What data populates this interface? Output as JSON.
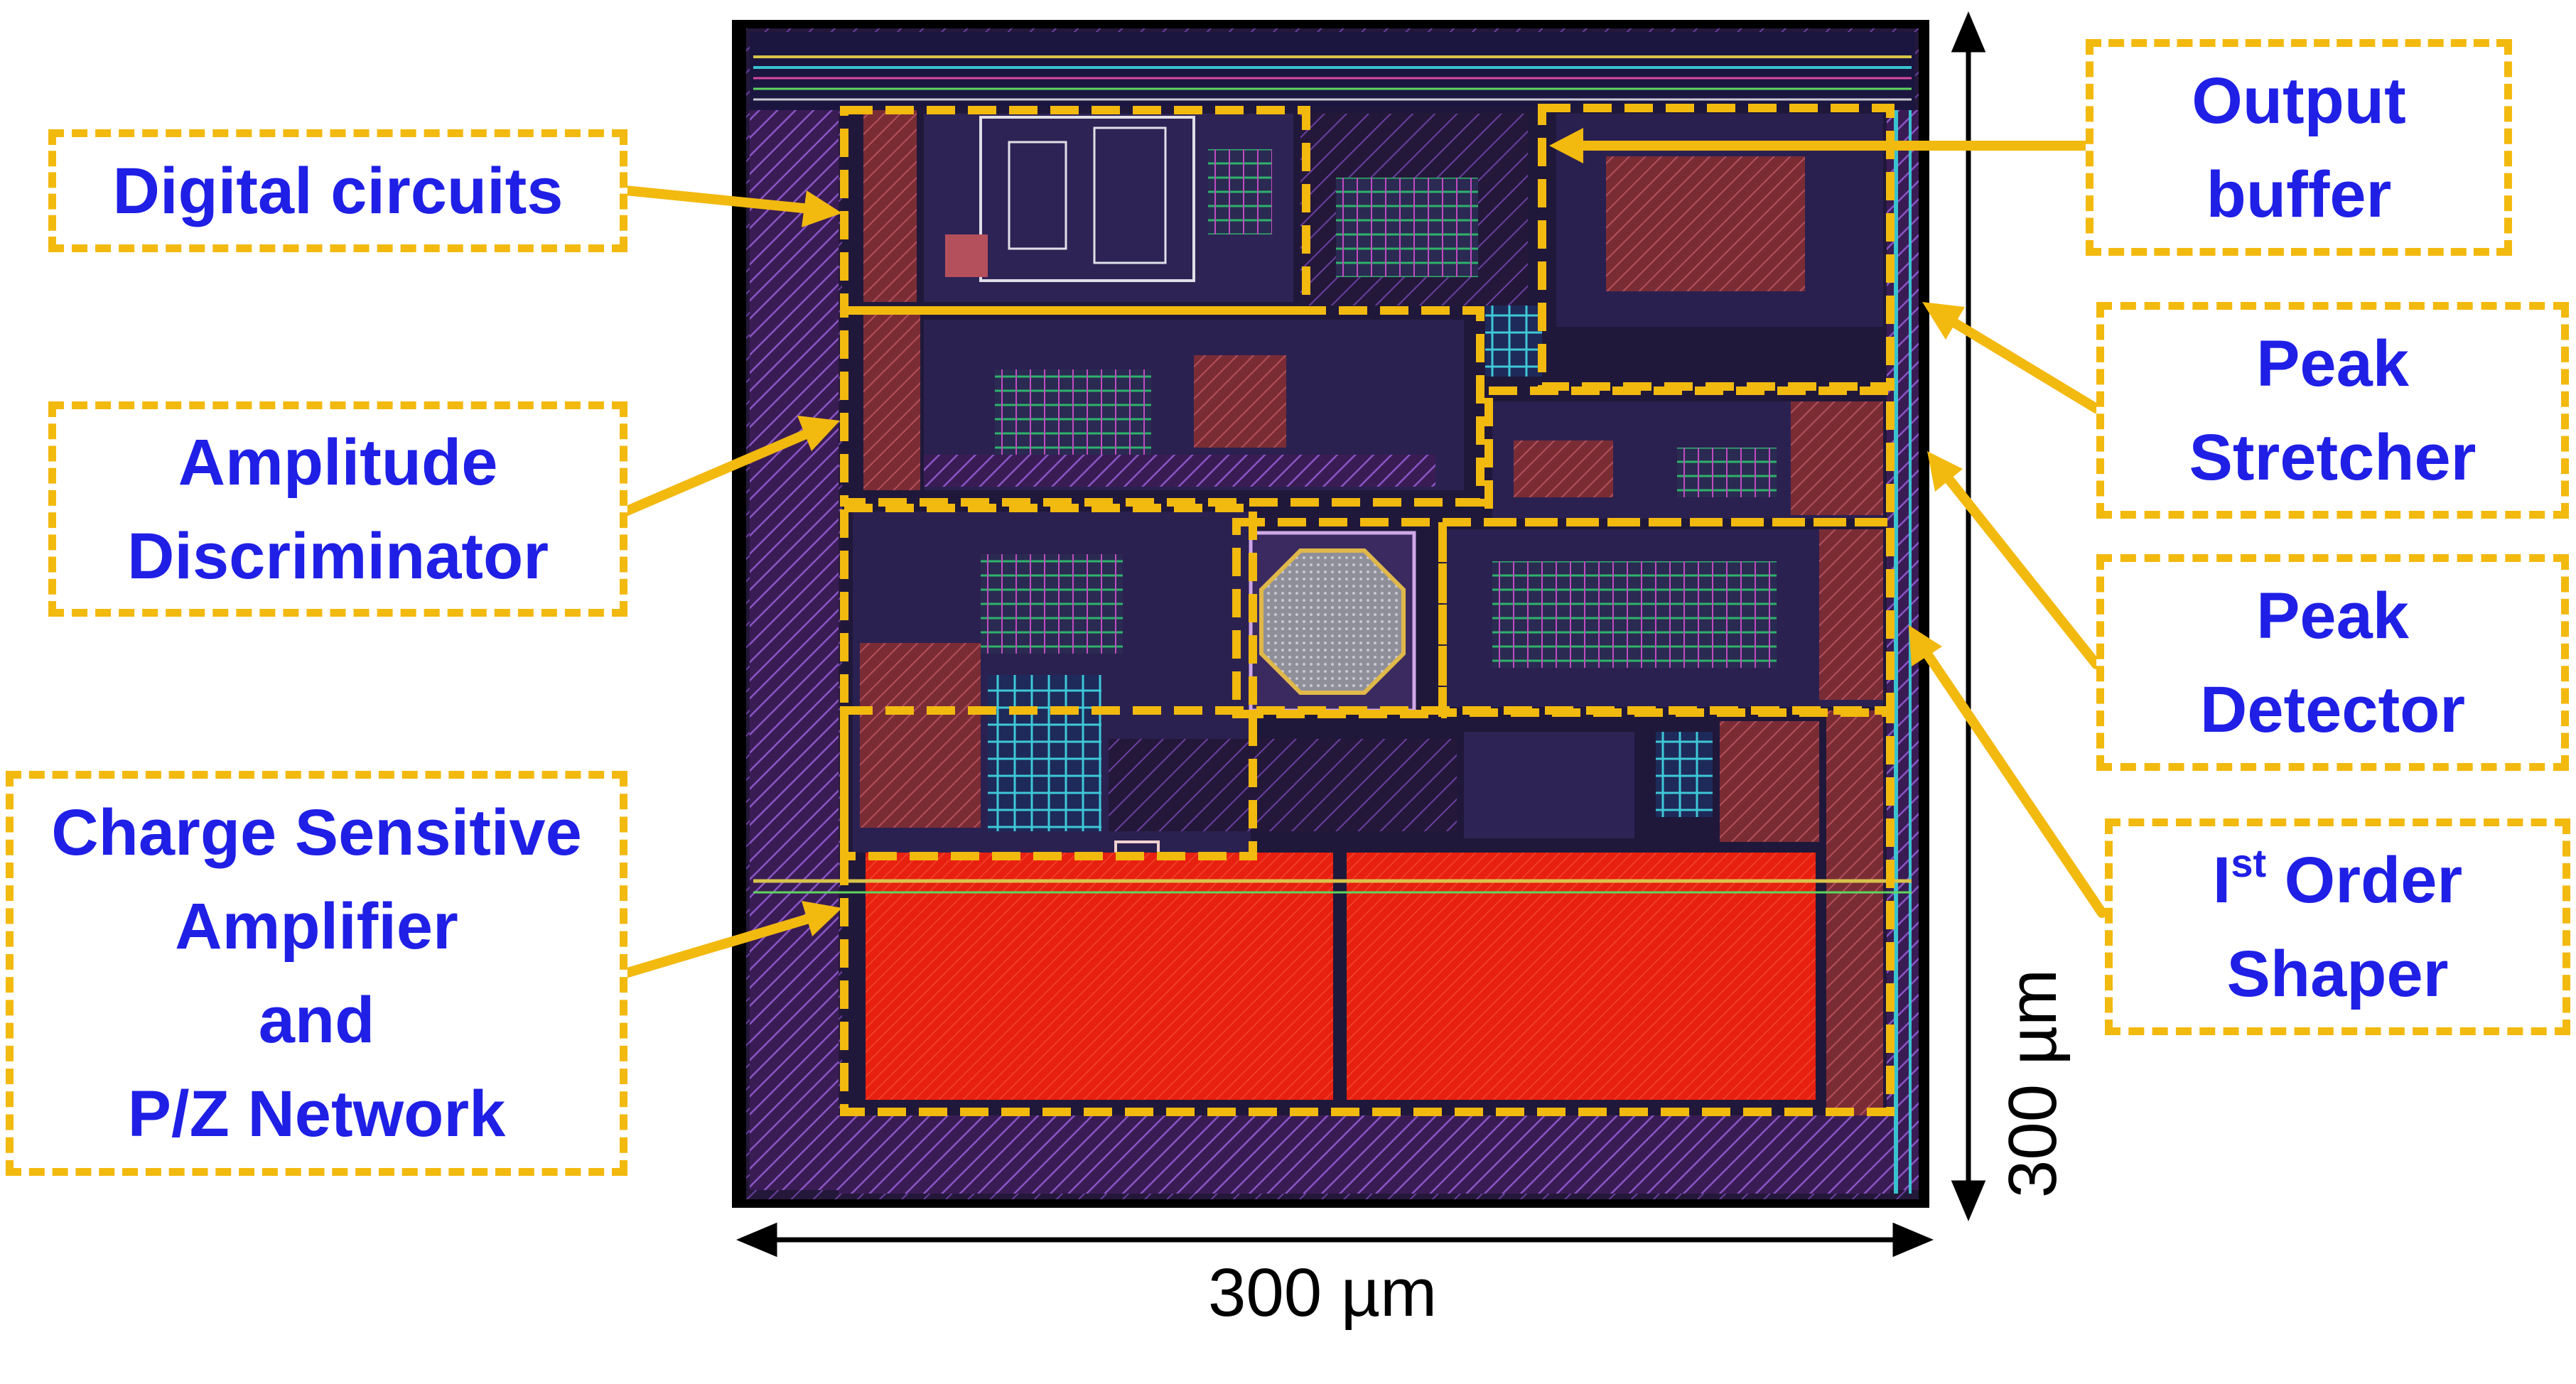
{
  "labels": {
    "digital": {
      "line1": "Digital circuits"
    },
    "amplitude": {
      "line1": "Amplitude",
      "line2": "Discriminator"
    },
    "csa": {
      "line1": "Charge Sensitive",
      "line2": "Amplifier",
      "line3": "and",
      "line4": "P/Z Network"
    },
    "output": {
      "line1": "Output",
      "line2": "buffer"
    },
    "stretcher": {
      "line1": "Peak",
      "line2": "Stretcher"
    },
    "detector": {
      "line1": "Peak",
      "line2": "Detector"
    },
    "shaper": {
      "line1_main": "I",
      "line1_sup": "st",
      "line1_rest": " Order",
      "line2": "Shaper"
    }
  },
  "dimensions": {
    "width": "300 µm",
    "height": "300 µm"
  },
  "colors": {
    "label_text": "#1f1fe6",
    "dashed_border": "#f2b90f",
    "arrow": "#f2b90f",
    "die_frame": "#000000",
    "capacitor": "#e8200f",
    "substrate": "#5a2a78"
  }
}
